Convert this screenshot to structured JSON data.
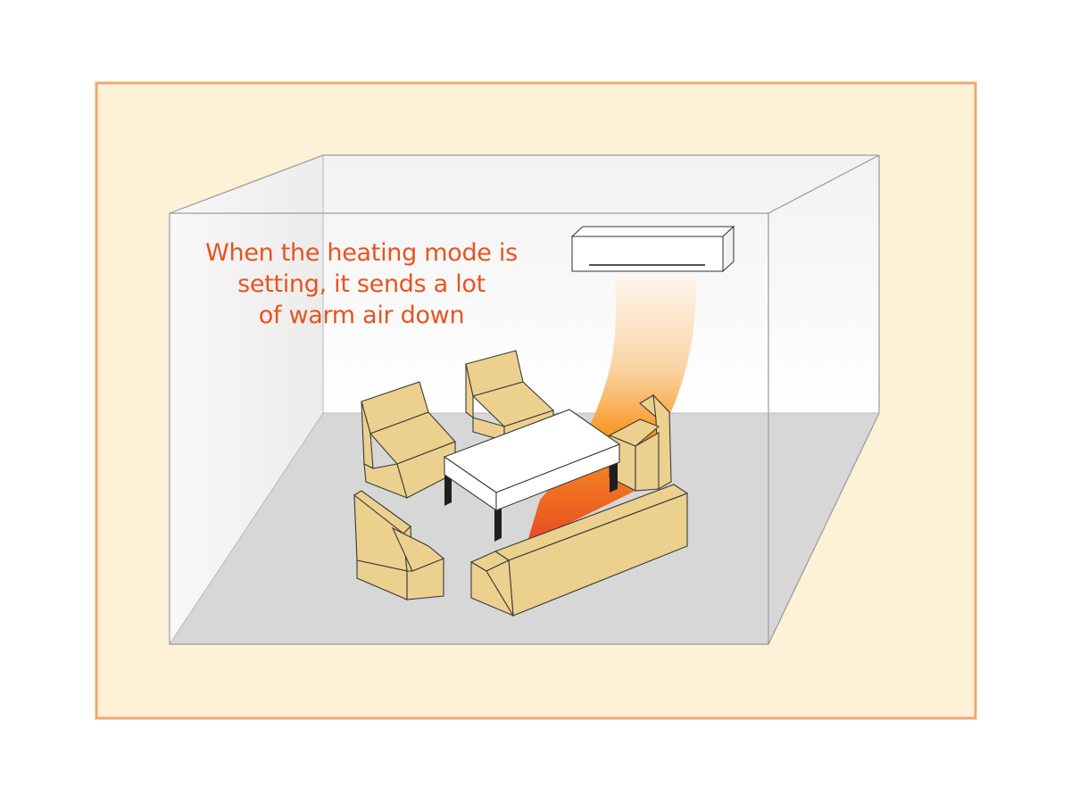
{
  "caption": {
    "lines": [
      "When the heating mode is",
      "setting, it sends a lot",
      "of warm air down"
    ]
  },
  "colors": {
    "panel_background": "#fdf1d7",
    "panel_border": "#f0a870",
    "floor": "#d7d7d7",
    "wall": "#f4f4f4",
    "furniture": "#ecd08e",
    "table_top": "#ffffff",
    "table_legs": "#1f1f1f",
    "caption_text": "#e8531e",
    "warm_air_top": "#fff4ea",
    "warm_air_mid": "#f8a040",
    "warm_air_bottom": "#e84a25"
  },
  "icons": [
    "air-conditioner-icon",
    "warm-air-arrow-icon",
    "chair-icon",
    "sofa-icon",
    "table-icon"
  ]
}
